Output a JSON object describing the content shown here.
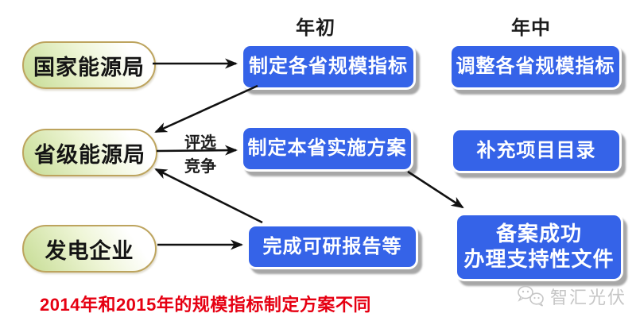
{
  "headers": {
    "year_start": "年初",
    "mid_year": "年中"
  },
  "actors": [
    {
      "label": "国家能源局"
    },
    {
      "label": "省级能源局"
    },
    {
      "label": "发电企业"
    }
  ],
  "tasks_year_start": [
    {
      "label": "制定各省规模指标"
    },
    {
      "label": "制定本省实施方案"
    },
    {
      "label": "完成可研报告等"
    }
  ],
  "tasks_mid_year": [
    {
      "label": "调整各省规模指标"
    },
    {
      "label": "补充项目目录"
    },
    {
      "line1": "备案成功",
      "line2": "办理支持性文件"
    }
  ],
  "edge_labels": {
    "select": "评选",
    "compete": "竞争"
  },
  "note": "2014年和2015年的规模指标制定方案不同",
  "watermark": "智汇光伏",
  "colors": {
    "task_blue": "#3563e8",
    "actor_border": "#bda45e",
    "actor_green": "#cbdf9e",
    "note_red": "#e60012",
    "watermark_gray": "#c6c6c6",
    "arrow_black": "#111111"
  }
}
